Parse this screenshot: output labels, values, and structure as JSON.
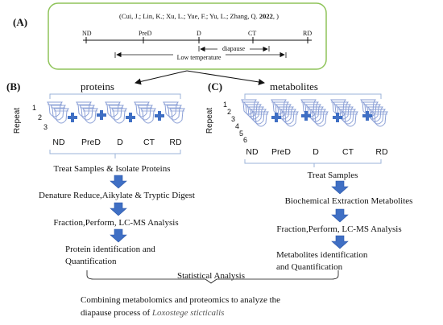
{
  "panel_a": {
    "label": "(A)",
    "citation": "(Cui, J.; Lin, K.; Xu, L.; Yue, F.; Yu, L.; Zhang, Q. ",
    "citation_year": "2022",
    "citation_tail": ", )",
    "timeline_points": [
      "ND",
      "PreD",
      "D",
      "CT",
      "RD"
    ],
    "diapause_label": "diapause",
    "low_temp_label": "Low temperature"
  },
  "panel_b": {
    "label": "(B)",
    "title": "proteins",
    "repeat_label": "Repeat",
    "repeat_numbers": [
      "1",
      "2",
      "3"
    ],
    "sample_labels": [
      "ND",
      "PreD",
      "D",
      "CT",
      "RD"
    ],
    "steps": [
      "Treat Samples & Isolate Proteins",
      "Denature Reduce,Aikylate & Tryptic Digest",
      "Fraction,Perform, LC-MS Analysis",
      "Protein identification and",
      "Quantification"
    ]
  },
  "panel_c": {
    "label": "(C)",
    "title": "metabolites",
    "repeat_label": "Repeat",
    "repeat_numbers": [
      "1",
      "2",
      "3",
      "4",
      "5",
      "6"
    ],
    "sample_labels": [
      "ND",
      "PreD",
      "D",
      "CT",
      "RD"
    ],
    "steps": [
      "Treat Samples",
      "Biochemical Extraction Metabolites",
      "Fraction,Perform, LC-MS Analysis",
      "Metabolites identification",
      "and Quantification"
    ]
  },
  "bottom": {
    "statistical": "Statistical Analysis",
    "conclusion_line1": "Combining metabolomics and proteomics to analyze the",
    "conclusion_line2": "diapause process of ",
    "species": "Loxostege sticticalis"
  },
  "colors": {
    "panel_a_border": "#8fc45a",
    "arrow_blue": "#3f6fc4",
    "tube_outline": "#8a9fd6",
    "bracket": "#9bb3d8"
  }
}
